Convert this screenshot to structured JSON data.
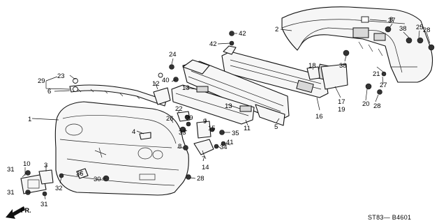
{
  "diagram_code": "ST83— B4601",
  "direction_label": "FR.",
  "callouts": [
    {
      "id": "c1",
      "label": "1"
    },
    {
      "id": "c2",
      "label": "2"
    },
    {
      "id": "c3",
      "label": "3"
    },
    {
      "id": "c4",
      "label": "4"
    },
    {
      "id": "c5",
      "label": "5"
    },
    {
      "id": "c6",
      "label": "6"
    },
    {
      "id": "c7",
      "label": "7"
    },
    {
      "id": "c8a",
      "label": "8"
    },
    {
      "id": "c8b",
      "label": "8"
    },
    {
      "id": "c9",
      "label": "9"
    },
    {
      "id": "c10",
      "label": "10"
    },
    {
      "id": "c11",
      "label": "11"
    },
    {
      "id": "c12",
      "label": "12"
    },
    {
      "id": "c13a",
      "label": "13"
    },
    {
      "id": "c13b",
      "label": "13"
    },
    {
      "id": "c14",
      "label": "14"
    },
    {
      "id": "c15",
      "label": "15"
    },
    {
      "id": "c16",
      "label": "16"
    },
    {
      "id": "c17",
      "label": "17"
    },
    {
      "id": "c18",
      "label": "18"
    },
    {
      "id": "c19",
      "label": "19"
    },
    {
      "id": "c20",
      "label": "20"
    },
    {
      "id": "c21",
      "label": "21"
    },
    {
      "id": "c22",
      "label": "22"
    },
    {
      "id": "c23",
      "label": "23"
    },
    {
      "id": "c24",
      "label": "24"
    },
    {
      "id": "c25",
      "label": "25"
    },
    {
      "id": "c26",
      "label": "26"
    },
    {
      "id": "c27",
      "label": "27"
    },
    {
      "id": "c28a",
      "label": "28"
    },
    {
      "id": "c28b",
      "label": "28"
    },
    {
      "id": "c28c",
      "label": "28"
    },
    {
      "id": "c29",
      "label": "29"
    },
    {
      "id": "c30",
      "label": "30"
    },
    {
      "id": "c31a",
      "label": "31"
    },
    {
      "id": "c31b",
      "label": "31"
    },
    {
      "id": "c31c",
      "label": "31"
    },
    {
      "id": "c32",
      "label": "32"
    },
    {
      "id": "c33",
      "label": "33"
    },
    {
      "id": "c34",
      "label": "34"
    },
    {
      "id": "c35",
      "label": "35"
    },
    {
      "id": "c36",
      "label": "36"
    },
    {
      "id": "c37",
      "label": "37"
    },
    {
      "id": "c38a",
      "label": "38"
    },
    {
      "id": "c38b",
      "label": "38"
    },
    {
      "id": "c39",
      "label": "39"
    },
    {
      "id": "c40",
      "label": "40"
    },
    {
      "id": "c41",
      "label": "41"
    },
    {
      "id": "c42a",
      "label": "42"
    },
    {
      "id": "c42b",
      "label": "42"
    }
  ]
}
